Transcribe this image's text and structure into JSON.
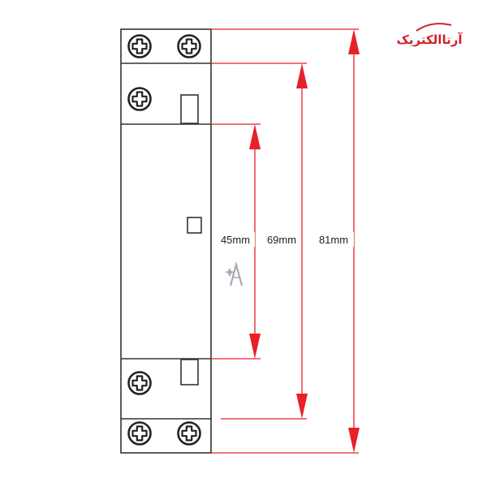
{
  "dimensions": [
    {
      "label": "45mm",
      "value_mm": 45
    },
    {
      "label": "69mm",
      "value_mm": 69
    },
    {
      "label": "81mm",
      "value_mm": 81
    }
  ],
  "logo": {
    "text": "آرتاالکتریک"
  },
  "colors": {
    "dimension_line": "#e8202a",
    "outline": "#222222",
    "logo": "#d61f26",
    "watermark": "#8a8fa0"
  },
  "icons": {
    "terminal_screw": "phillips-screw",
    "watermark": "A-star-monogram"
  }
}
